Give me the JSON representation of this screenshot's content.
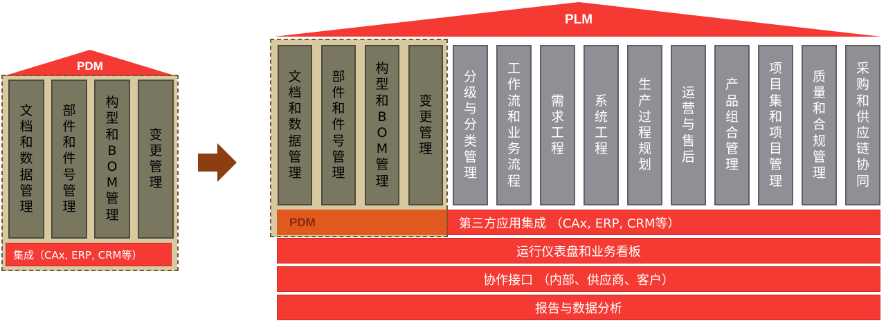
{
  "pdm": {
    "title": "PDM",
    "pillars": [
      "文档和数据管理",
      "部件和件号管理",
      "构型和BOM管理",
      "变更管理"
    ],
    "integration": "集成（CAx, ERP, CRM等）"
  },
  "plm": {
    "title": "PLM",
    "pdm_pillars": [
      "文档和数据管理",
      "部件和件号管理",
      "构型和BOM管理",
      "变更管理"
    ],
    "pdm_label": "PDM",
    "extra_pillars": [
      "分级与分类管理",
      "工作流和业务流程",
      "需求工程",
      "系统工程",
      "生产过程规划",
      "运营与售后",
      "产品组合管理",
      "项目集和项目管理",
      "质量和合规管理",
      "采购和供应链协同"
    ],
    "integration": "第三方应用集成 （CAx, ERP, CRM等）",
    "bars": [
      "运行仪表盘和业务看板",
      "协作接口 （内部、供应商、客户）",
      "报告与数据分析"
    ]
  },
  "colors": {
    "roof": "#f43a33",
    "olive_pillar": "#7a7761",
    "grey_pillar": "#8f9096",
    "pdm_highlight": "#e05a20",
    "pdm_zone": "#d9c9a0",
    "arrow": "#8b3e10"
  }
}
